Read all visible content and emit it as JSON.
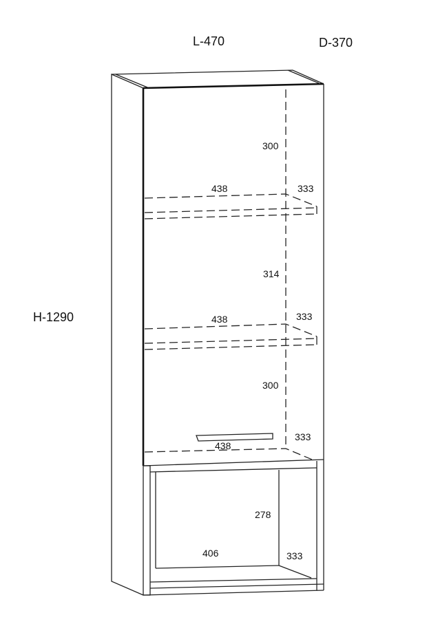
{
  "overall": {
    "width_label": "L-470",
    "depth_label": "D-370",
    "height_label": "H-1290"
  },
  "upper_compartment": {
    "heights": [
      "300",
      "314",
      "300"
    ],
    "shelves": [
      {
        "width": "438",
        "depth": "333"
      },
      {
        "width": "438",
        "depth": "333"
      },
      {
        "width": "438",
        "depth": "333"
      }
    ]
  },
  "lower_niche": {
    "height": "278",
    "width": "406",
    "depth": "333"
  }
}
